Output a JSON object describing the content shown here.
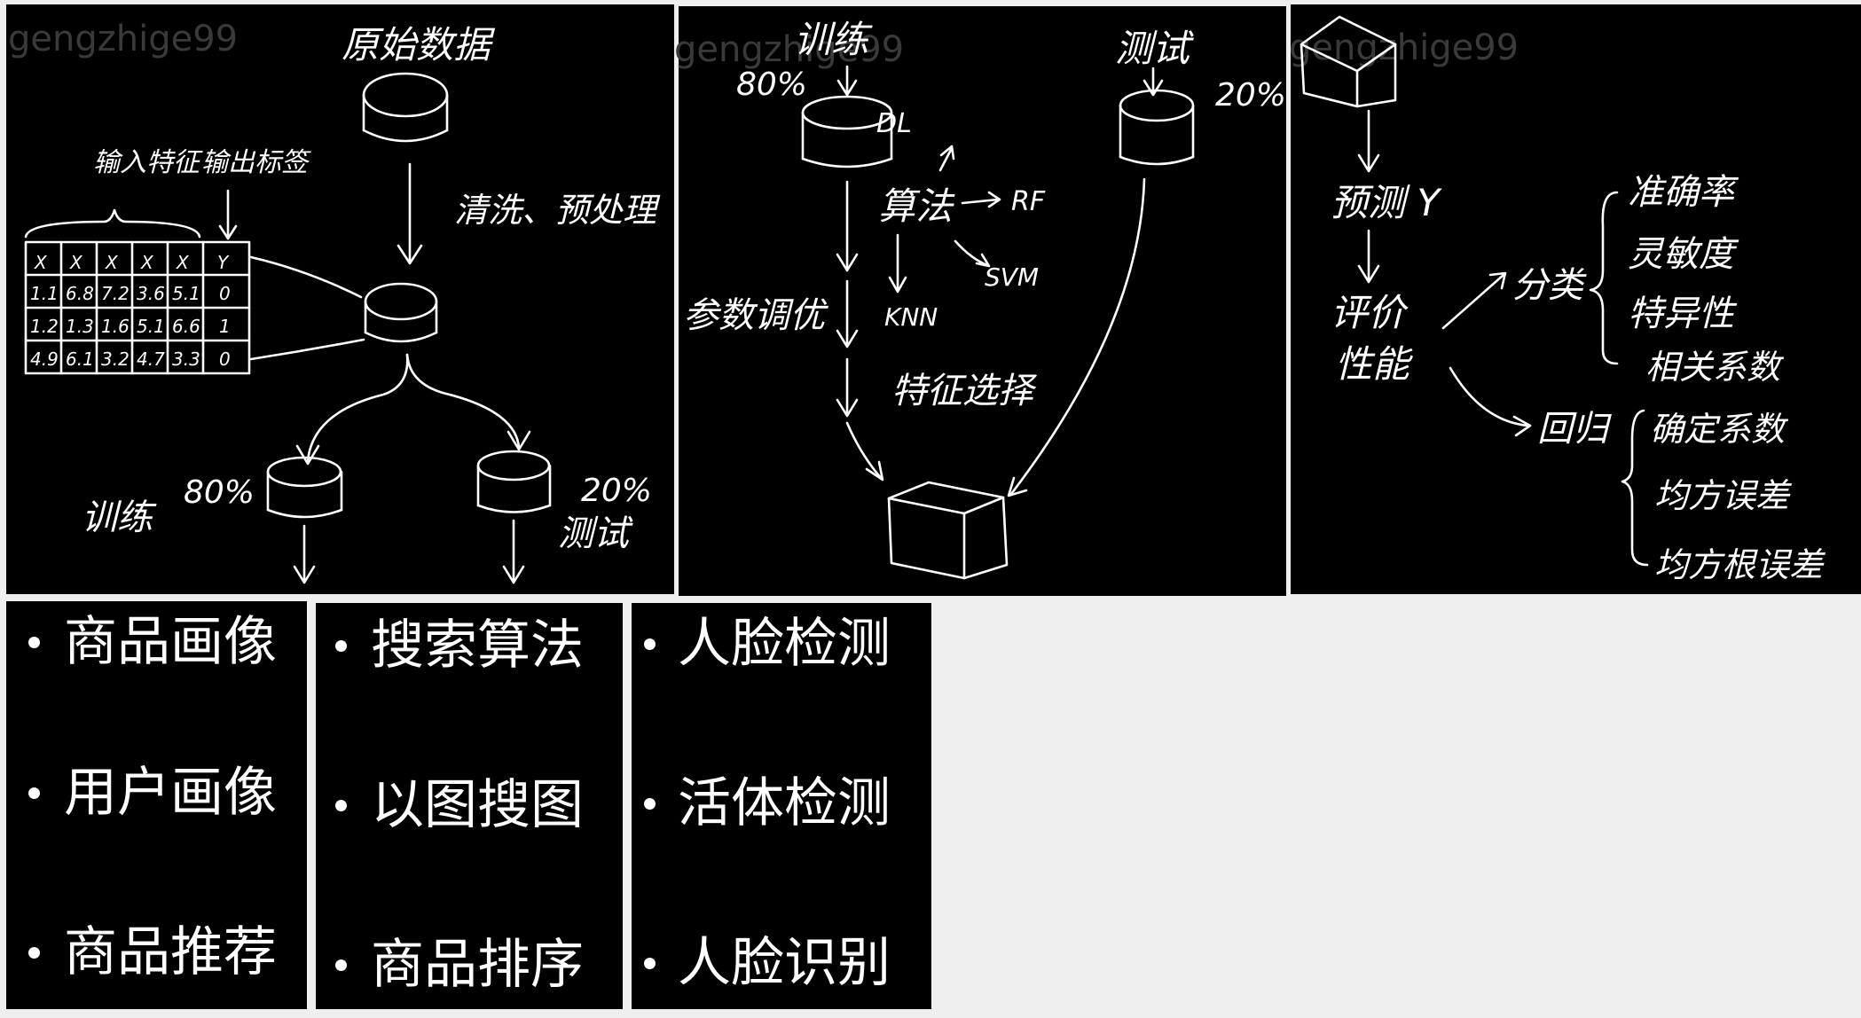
{
  "watermark": "gengzhige99",
  "panel1": {
    "raw_data_label": "原始数据",
    "clean_label": "清洗、预处理",
    "input_features_label": "输入特征",
    "output_label": "输出标签",
    "table": {
      "headers": [
        "X",
        "X",
        "X",
        "X",
        "X",
        "Y"
      ],
      "rows": [
        [
          "1.1",
          "6.8",
          "7.2",
          "3.6",
          "5.1",
          "0"
        ],
        [
          "1.2",
          "1.3",
          "1.6",
          "5.1",
          "6.6",
          "1"
        ],
        [
          "4.9",
          "6.1",
          "3.2",
          "4.7",
          "3.3",
          "0"
        ]
      ]
    },
    "train_label": "训练",
    "train_pct": "80%",
    "test_pct": "20%",
    "test_label": "测试"
  },
  "panel2": {
    "train_label": "训练",
    "train_pct": "80%",
    "test_label": "测试",
    "test_pct": "20%",
    "algo_label": "算法",
    "dl_label": "DL",
    "rf_label": "RF",
    "svm_label": "SVM",
    "knn_label": "KNN",
    "tuning_label": "参数调优",
    "feature_select_label": "特征选择"
  },
  "panel3": {
    "predict_label": "预测 Y",
    "eval_label_1": "评价",
    "eval_label_2": "性能",
    "classify_label": "分类",
    "classify_metrics": [
      "准确率",
      "灵敏度",
      "特异性",
      "相关系数"
    ],
    "regress_label": "回归",
    "regress_metrics": [
      "确定系数",
      "均方误差",
      "均方根误差"
    ]
  },
  "lists": [
    {
      "items": [
        "商品画像",
        "用户画像",
        "商品推荐"
      ]
    },
    {
      "items": [
        "搜索算法",
        "以图搜图",
        "商品排序"
      ]
    },
    {
      "items": [
        "人脸检测",
        "活体检测",
        "人脸识别"
      ]
    }
  ]
}
